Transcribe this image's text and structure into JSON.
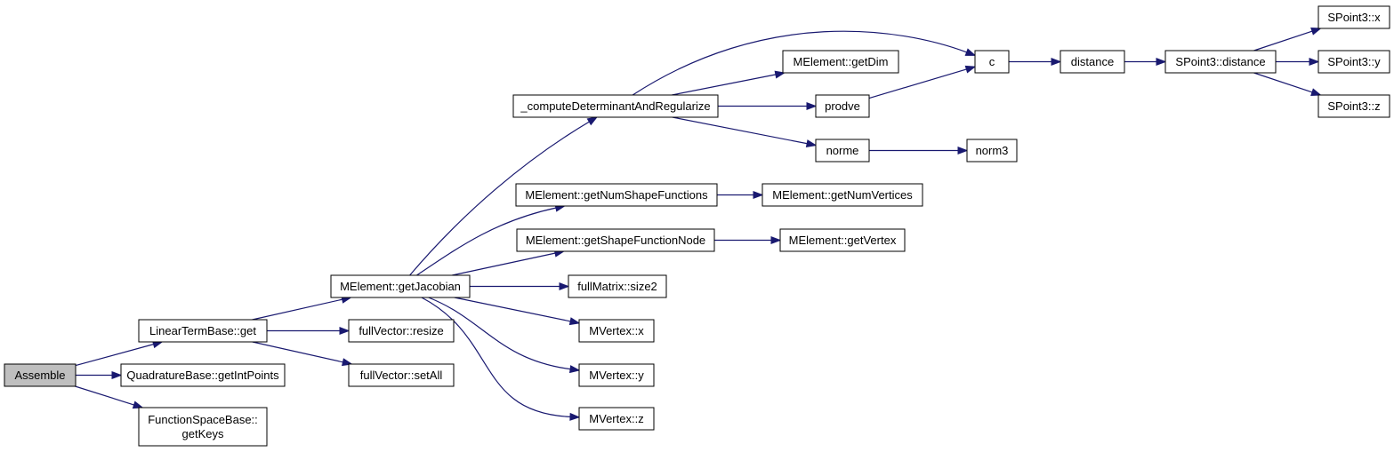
{
  "colors": {
    "edge": "#191970",
    "root_fill": "#bfbfbf",
    "node_fill": "#ffffff",
    "border": "#000000"
  },
  "nodes": [
    {
      "id": "assemble",
      "lines": [
        "Assemble"
      ]
    },
    {
      "id": "linearTermBaseGet",
      "lines": [
        "LinearTermBase::get"
      ]
    },
    {
      "id": "quadratureBaseGetIntPoints",
      "lines": [
        "QuadratureBase::getIntPoints"
      ]
    },
    {
      "id": "functionSpaceBaseGetKeys",
      "lines": [
        "FunctionSpaceBase::",
        "getKeys"
      ]
    },
    {
      "id": "melementGetJacobian",
      "lines": [
        "MElement::getJacobian"
      ]
    },
    {
      "id": "fullVectorResize",
      "lines": [
        "fullVector::resize"
      ]
    },
    {
      "id": "fullVectorSetAll",
      "lines": [
        "fullVector::setAll"
      ]
    },
    {
      "id": "computeDeterminantAndRegularize",
      "lines": [
        "_computeDeterminantAndRegularize"
      ]
    },
    {
      "id": "melementGetNumShapeFunctions",
      "lines": [
        "MElement::getNumShapeFunctions"
      ]
    },
    {
      "id": "melementGetShapeFunctionNode",
      "lines": [
        "MElement::getShapeFunctionNode"
      ]
    },
    {
      "id": "fullMatrixSize2",
      "lines": [
        "fullMatrix::size2"
      ]
    },
    {
      "id": "mvertexX",
      "lines": [
        "MVertex::x"
      ]
    },
    {
      "id": "mvertexY",
      "lines": [
        "MVertex::y"
      ]
    },
    {
      "id": "mvertexZ",
      "lines": [
        "MVertex::z"
      ]
    },
    {
      "id": "melementGetDim",
      "lines": [
        "MElement::getDim"
      ]
    },
    {
      "id": "prodve",
      "lines": [
        "prodve"
      ]
    },
    {
      "id": "norme",
      "lines": [
        "norme"
      ]
    },
    {
      "id": "c",
      "lines": [
        "c"
      ]
    },
    {
      "id": "norm3",
      "lines": [
        "norm3"
      ]
    },
    {
      "id": "melementGetNumVertices",
      "lines": [
        "MElement::getNumVertices"
      ]
    },
    {
      "id": "melementGetVertex",
      "lines": [
        "MElement::getVertex"
      ]
    },
    {
      "id": "distance",
      "lines": [
        "distance"
      ]
    },
    {
      "id": "spoint3Distance",
      "lines": [
        "SPoint3::distance"
      ]
    },
    {
      "id": "spoint3X",
      "lines": [
        "SPoint3::x"
      ]
    },
    {
      "id": "spoint3Y",
      "lines": [
        "SPoint3::y"
      ]
    },
    {
      "id": "spoint3Z",
      "lines": [
        "SPoint3::z"
      ]
    }
  ],
  "edges": [
    [
      "assemble",
      "linearTermBaseGet"
    ],
    [
      "assemble",
      "quadratureBaseGetIntPoints"
    ],
    [
      "assemble",
      "functionSpaceBaseGetKeys"
    ],
    [
      "linearTermBaseGet",
      "melementGetJacobian"
    ],
    [
      "linearTermBaseGet",
      "fullVectorResize"
    ],
    [
      "linearTermBaseGet",
      "fullVectorSetAll"
    ],
    [
      "melementGetJacobian",
      "computeDeterminantAndRegularize"
    ],
    [
      "melementGetJacobian",
      "melementGetNumShapeFunctions"
    ],
    [
      "melementGetJacobian",
      "melementGetShapeFunctionNode"
    ],
    [
      "melementGetJacobian",
      "fullMatrixSize2"
    ],
    [
      "melementGetJacobian",
      "mvertexX"
    ],
    [
      "melementGetJacobian",
      "mvertexY"
    ],
    [
      "melementGetJacobian",
      "mvertexZ"
    ],
    [
      "computeDeterminantAndRegularize",
      "c"
    ],
    [
      "computeDeterminantAndRegularize",
      "melementGetDim"
    ],
    [
      "computeDeterminantAndRegularize",
      "prodve"
    ],
    [
      "computeDeterminantAndRegularize",
      "norme"
    ],
    [
      "prodve",
      "c"
    ],
    [
      "c",
      "distance"
    ],
    [
      "distance",
      "spoint3Distance"
    ],
    [
      "spoint3Distance",
      "spoint3X"
    ],
    [
      "spoint3Distance",
      "spoint3Y"
    ],
    [
      "spoint3Distance",
      "spoint3Z"
    ],
    [
      "norme",
      "norm3"
    ],
    [
      "melementGetNumShapeFunctions",
      "melementGetNumVertices"
    ],
    [
      "melementGetShapeFunctionNode",
      "melementGetVertex"
    ]
  ]
}
